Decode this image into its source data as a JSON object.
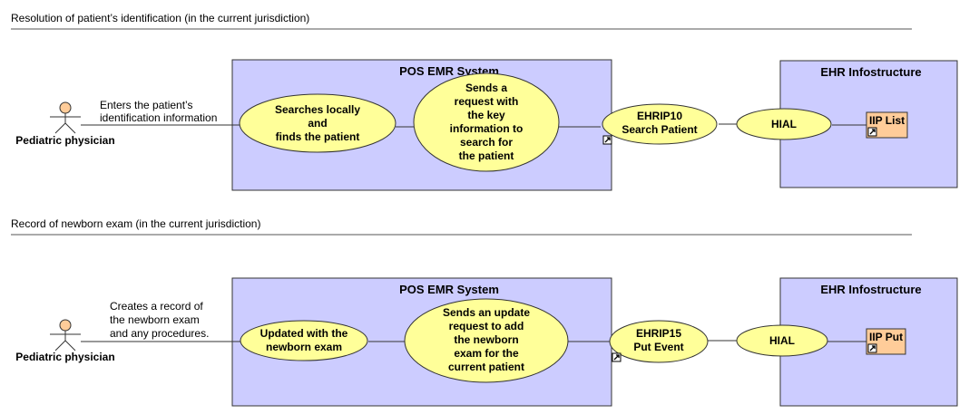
{
  "sections": [
    {
      "title": "Resolution of patient’s identification (in the current jurisdiction)",
      "actor": "Pediatric physician",
      "note": [
        "Enters the patient’s",
        "identification information"
      ],
      "pos_title": "POS EMR System",
      "uc1": [
        "Searches locally",
        "and",
        "finds the patient"
      ],
      "uc2": [
        "Sends a",
        "request with",
        "the key",
        "information to",
        "search for",
        "the patient"
      ],
      "interaction": [
        "EHRIP10",
        "Search Patient"
      ],
      "hial": "HIAL",
      "ehr_title": "EHR Infostructure",
      "iip": "IIP List"
    },
    {
      "title": "Record of newborn exam (in the current jurisdiction)",
      "actor": "Pediatric physician",
      "note": [
        "Creates a record of",
        "the newborn exam",
        "and any procedures."
      ],
      "pos_title": "POS EMR System",
      "uc1": [
        "Updated with the",
        "newborn exam"
      ],
      "uc2": [
        "Sends an update",
        "request to add",
        "the newborn",
        "exam for the",
        "current patient"
      ],
      "interaction": [
        "EHRIP15",
        "Put Event"
      ],
      "hial": "HIAL",
      "ehr_title": "EHR Infostructure",
      "iip": "IIP Put"
    }
  ]
}
